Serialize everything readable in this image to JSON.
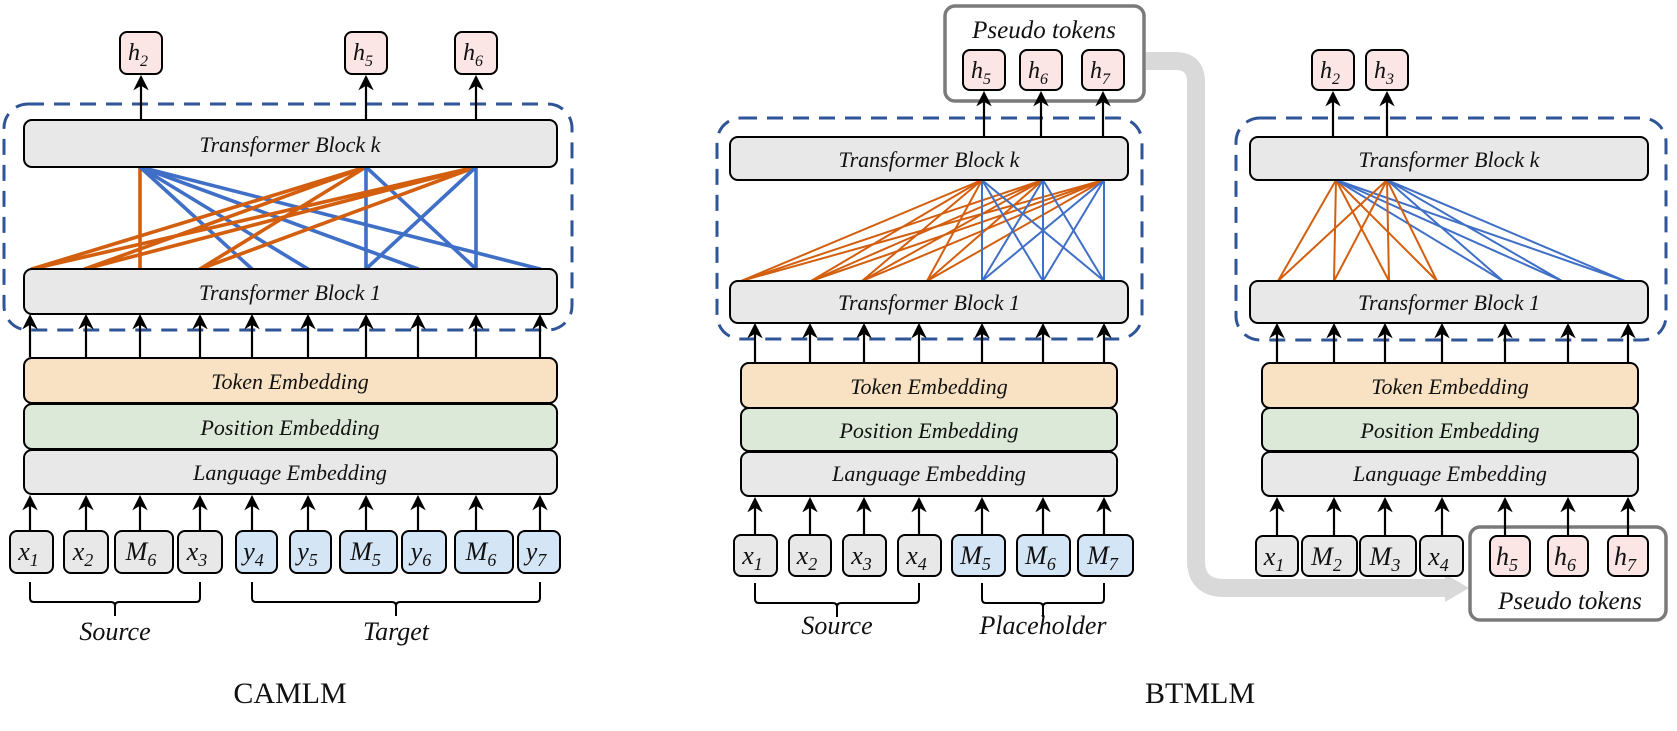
{
  "colors": {
    "orange_edge": "#d35f0e",
    "blue_edge": "#3f6fc6",
    "dashed_border": "#2f5597",
    "block_fill": "#e8e8e8",
    "token_embedding_fill": "#f8e2c3",
    "position_embedding_fill": "#dde9d8",
    "language_embedding_fill": "#e8e8e8",
    "source_token_fill": "#e8e8e8",
    "target_token_fill": "#d4e5f6",
    "hidden_token_fill": "#fbe5e5",
    "pseudo_box_border": "#7a7a7a",
    "flow_arrow": "#d9d9d9"
  },
  "labels": {
    "block_k": "Transformer Block k",
    "block_1": "Transformer Block 1",
    "token_embedding": "Token Embedding",
    "position_embedding": "Position Embedding",
    "language_embedding": "Language Embedding",
    "pseudo_tokens": "Pseudo tokens"
  },
  "panels": {
    "camlm": {
      "title": "CAMLM",
      "outputs": [
        {
          "base": "h",
          "sub": "2",
          "col": 2
        },
        {
          "base": "h",
          "sub": "5",
          "col": 6
        },
        {
          "base": "h",
          "sub": "6",
          "col": 8
        }
      ],
      "inputs": [
        {
          "base": "x",
          "sub": "1",
          "kind": "source"
        },
        {
          "base": "x",
          "sub": "2",
          "kind": "source"
        },
        {
          "base": "M",
          "sub": "6",
          "kind": "source"
        },
        {
          "base": "x",
          "sub": "3",
          "kind": "source"
        },
        {
          "base": "y",
          "sub": "4",
          "kind": "target"
        },
        {
          "base": "y",
          "sub": "5",
          "kind": "target"
        },
        {
          "base": "M",
          "sub": "5",
          "kind": "target"
        },
        {
          "base": "y",
          "sub": "6",
          "kind": "target"
        },
        {
          "base": "M",
          "sub": "6",
          "kind": "target"
        },
        {
          "base": "y",
          "sub": "7",
          "kind": "target"
        }
      ],
      "groups": [
        {
          "label": "Source",
          "from": 0,
          "to": 3
        },
        {
          "label": "Target",
          "from": 4,
          "to": 9
        }
      ],
      "attention_edges": [
        {
          "out": 0,
          "in": 2,
          "color": "orange"
        },
        {
          "out": 0,
          "in": 4,
          "color": "blue"
        },
        {
          "out": 0,
          "in": 5,
          "color": "blue"
        },
        {
          "out": 0,
          "in": 7,
          "color": "blue"
        },
        {
          "out": 0,
          "in": 9,
          "color": "blue"
        },
        {
          "out": 1,
          "in": 0,
          "color": "orange"
        },
        {
          "out": 1,
          "in": 1,
          "color": "orange"
        },
        {
          "out": 1,
          "in": 3,
          "color": "orange"
        },
        {
          "out": 1,
          "in": 6,
          "color": "blue"
        },
        {
          "out": 1,
          "in": 8,
          "color": "blue"
        },
        {
          "out": 2,
          "in": 0,
          "color": "orange"
        },
        {
          "out": 2,
          "in": 1,
          "color": "orange"
        },
        {
          "out": 2,
          "in": 3,
          "color": "orange"
        },
        {
          "out": 2,
          "in": 6,
          "color": "blue"
        },
        {
          "out": 2,
          "in": 8,
          "color": "blue"
        }
      ]
    },
    "btmlm_step1": {
      "title": "BTMLM",
      "outputs": [
        {
          "base": "h",
          "sub": "5",
          "col": 4
        },
        {
          "base": "h",
          "sub": "6",
          "col": 5
        },
        {
          "base": "h",
          "sub": "7",
          "col": 6
        }
      ],
      "inputs": [
        {
          "base": "x",
          "sub": "1",
          "kind": "source"
        },
        {
          "base": "x",
          "sub": "2",
          "kind": "source"
        },
        {
          "base": "x",
          "sub": "3",
          "kind": "source"
        },
        {
          "base": "x",
          "sub": "4",
          "kind": "source"
        },
        {
          "base": "M",
          "sub": "5",
          "kind": "target"
        },
        {
          "base": "M",
          "sub": "6",
          "kind": "target"
        },
        {
          "base": "M",
          "sub": "7",
          "kind": "target"
        }
      ],
      "groups": [
        {
          "label": "Source",
          "from": 0,
          "to": 3
        },
        {
          "label": "Placeholder",
          "from": 4,
          "to": 6
        }
      ],
      "attention_edges": [
        {
          "out": 0,
          "in": 0,
          "color": "orange"
        },
        {
          "out": 0,
          "in": 1,
          "color": "orange"
        },
        {
          "out": 0,
          "in": 2,
          "color": "orange"
        },
        {
          "out": 0,
          "in": 3,
          "color": "orange"
        },
        {
          "out": 1,
          "in": 0,
          "color": "orange"
        },
        {
          "out": 1,
          "in": 1,
          "color": "orange"
        },
        {
          "out": 1,
          "in": 2,
          "color": "orange"
        },
        {
          "out": 1,
          "in": 3,
          "color": "orange"
        },
        {
          "out": 2,
          "in": 0,
          "color": "orange"
        },
        {
          "out": 2,
          "in": 1,
          "color": "orange"
        },
        {
          "out": 2,
          "in": 2,
          "color": "orange"
        },
        {
          "out": 2,
          "in": 3,
          "color": "orange"
        },
        {
          "out": 0,
          "in": 4,
          "color": "blue"
        },
        {
          "out": 0,
          "in": 5,
          "color": "blue"
        },
        {
          "out": 0,
          "in": 6,
          "color": "blue"
        },
        {
          "out": 1,
          "in": 4,
          "color": "blue"
        },
        {
          "out": 1,
          "in": 5,
          "color": "blue"
        },
        {
          "out": 1,
          "in": 6,
          "color": "blue"
        },
        {
          "out": 2,
          "in": 4,
          "color": "blue"
        },
        {
          "out": 2,
          "in": 5,
          "color": "blue"
        },
        {
          "out": 2,
          "in": 6,
          "color": "blue"
        }
      ]
    },
    "btmlm_step2": {
      "outputs": [
        {
          "base": "h",
          "sub": "2",
          "col": 1
        },
        {
          "base": "h",
          "sub": "3",
          "col": 2
        }
      ],
      "inputs": [
        {
          "base": "x",
          "sub": "1",
          "kind": "source"
        },
        {
          "base": "M",
          "sub": "2",
          "kind": "source"
        },
        {
          "base": "M",
          "sub": "3",
          "kind": "source"
        },
        {
          "base": "x",
          "sub": "4",
          "kind": "source"
        },
        {
          "base": "h",
          "sub": "5",
          "kind": "pseudo"
        },
        {
          "base": "h",
          "sub": "6",
          "kind": "pseudo"
        },
        {
          "base": "h",
          "sub": "7",
          "kind": "pseudo"
        }
      ],
      "attention_edges": [
        {
          "out": 0,
          "in": 0,
          "color": "orange"
        },
        {
          "out": 0,
          "in": 1,
          "color": "orange"
        },
        {
          "out": 0,
          "in": 2,
          "color": "orange"
        },
        {
          "out": 0,
          "in": 3,
          "color": "orange"
        },
        {
          "out": 0,
          "in": 4,
          "color": "blue"
        },
        {
          "out": 0,
          "in": 5,
          "color": "blue"
        },
        {
          "out": 0,
          "in": 6,
          "color": "blue"
        },
        {
          "out": 1,
          "in": 0,
          "color": "orange"
        },
        {
          "out": 1,
          "in": 1,
          "color": "orange"
        },
        {
          "out": 1,
          "in": 2,
          "color": "orange"
        },
        {
          "out": 1,
          "in": 3,
          "color": "orange"
        },
        {
          "out": 1,
          "in": 4,
          "color": "blue"
        },
        {
          "out": 1,
          "in": 5,
          "color": "blue"
        },
        {
          "out": 1,
          "in": 6,
          "color": "blue"
        }
      ]
    }
  }
}
